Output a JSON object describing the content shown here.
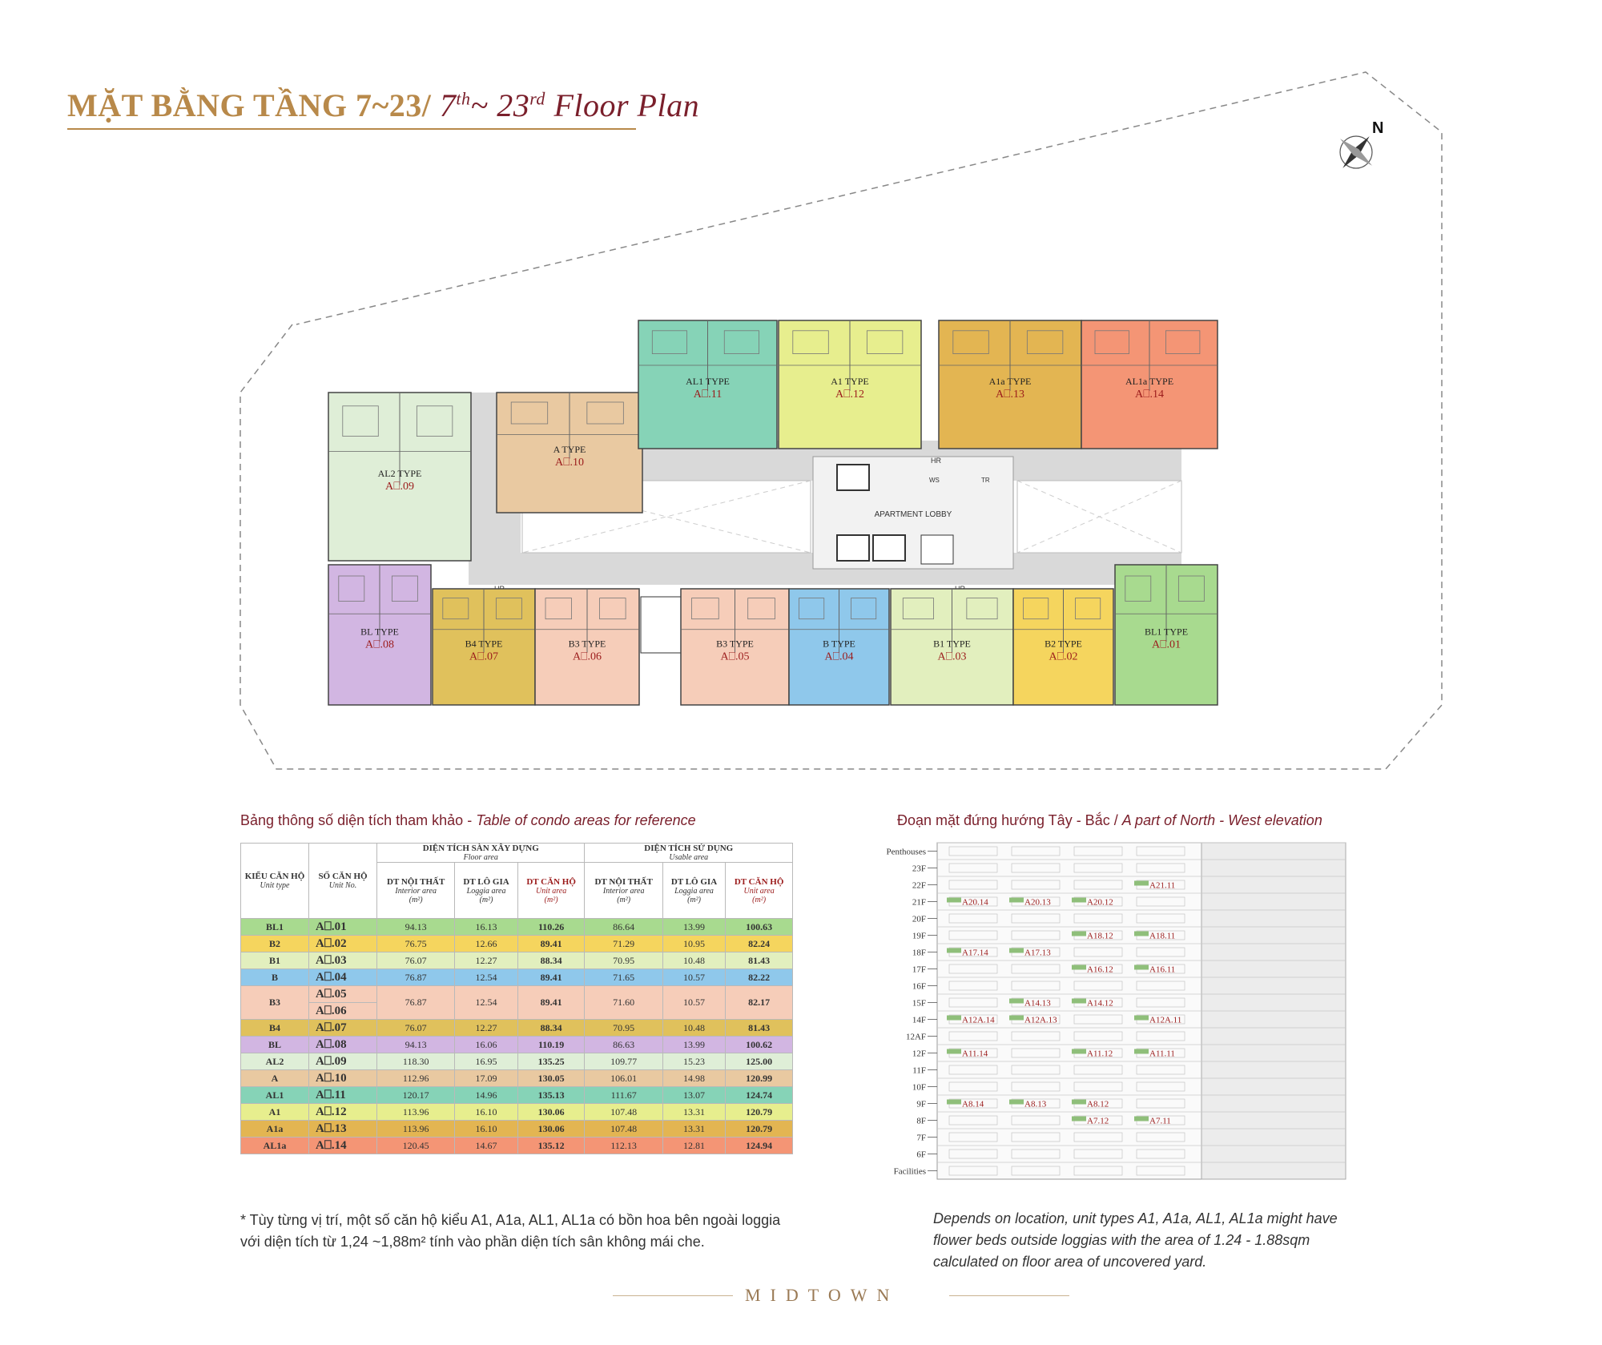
{
  "header": {
    "title_vi": "MẶT BẰNG TẦNG 7~23/",
    "title_en_pre": "7",
    "title_en_sup1": "th",
    "title_en_mid": "~ 23",
    "title_en_sup2": "rd",
    "title_en_post": " Floor Plan"
  },
  "compass": {
    "label": "N"
  },
  "plan": {
    "lobby": "APARTMENT LOBBY",
    "hr1": "HR",
    "hr2": "HR",
    "hr3": "HR",
    "ws": "WS",
    "tr": "TR",
    "units": [
      {
        "type": "AL2 TYPE",
        "no": "A⎕.09",
        "color": "#dfeed7"
      },
      {
        "type": "A TYPE",
        "no": "A⎕.10",
        "color": "#e9c9a1"
      },
      {
        "type": "AL1 TYPE",
        "no": "A⎕.11",
        "color": "#86d3b7"
      },
      {
        "type": "A1 TYPE",
        "no": "A⎕.12",
        "color": "#e7ee8e"
      },
      {
        "type": "A1a TYPE",
        "no": "A⎕.13",
        "color": "#e3b552"
      },
      {
        "type": "AL1a TYPE",
        "no": "A⎕.14",
        "color": "#f49575"
      },
      {
        "type": "BL TYPE",
        "no": "A⎕.08",
        "color": "#d2b6e2"
      },
      {
        "type": "B4 TYPE",
        "no": "A⎕.07",
        "color": "#e0c15c"
      },
      {
        "type": "B3 TYPE",
        "no": "A⎕.06",
        "color": "#f6cdb9"
      },
      {
        "type": "B3 TYPE",
        "no": "A⎕.05",
        "color": "#f6cdb9"
      },
      {
        "type": "B TYPE",
        "no": "A⎕.04",
        "color": "#8fc8eb"
      },
      {
        "type": "B1 TYPE",
        "no": "A⎕.03",
        "color": "#e2efbe"
      },
      {
        "type": "B2 TYPE",
        "no": "A⎕.02",
        "color": "#f5d55e"
      },
      {
        "type": "BL1 TYPE",
        "no": "A⎕.01",
        "color": "#a8da8f"
      }
    ]
  },
  "table": {
    "caption_vi": "Bảng thông số diện tích tham khảo - ",
    "caption_en": "Table of condo areas for reference",
    "headers": {
      "unit_type": "KIỂU CĂN HỘ",
      "unit_type_en": "Unit type",
      "unit_no": "SỐ CĂN HỘ",
      "unit_no_en": "Unit No.",
      "floor_area": "DIỆN TÍCH SÀN XÂY DỰNG",
      "floor_area_en": "Floor area",
      "usable_area": "DIỆN TÍCH SỬ DỤNG",
      "usable_area_en": "Usable area",
      "interior": "DT NỘI THẤT",
      "interior_en": "Interior area",
      "loggia": "DT LÔ GIA",
      "loggia_en": "Loggia area",
      "unit_area": "DT CĂN HỘ",
      "unit_area_en": "Unit area",
      "unit_m2": "(m²)"
    },
    "rows": [
      {
        "type": "BL1",
        "no": "A⎕.01",
        "f_int": "94.13",
        "f_log": "16.13",
        "f_unit": "110.26",
        "u_int": "86.64",
        "u_log": "13.99",
        "u_unit": "100.63",
        "color": "#a8da8f"
      },
      {
        "type": "B2",
        "no": "A⎕.02",
        "f_int": "76.75",
        "f_log": "12.66",
        "f_unit": "89.41",
        "u_int": "71.29",
        "u_log": "10.95",
        "u_unit": "82.24",
        "color": "#f5d55e"
      },
      {
        "type": "B1",
        "no": "A⎕.03",
        "f_int": "76.07",
        "f_log": "12.27",
        "f_unit": "88.34",
        "u_int": "70.95",
        "u_log": "10.48",
        "u_unit": "81.43",
        "color": "#e2efbe"
      },
      {
        "type": "B",
        "no": "A⎕.04",
        "f_int": "76.87",
        "f_log": "12.54",
        "f_unit": "89.41",
        "u_int": "71.65",
        "u_log": "10.57",
        "u_unit": "82.22",
        "color": "#8fc8eb"
      },
      {
        "type": "B3",
        "no": "A⎕.05",
        "no2": "A⎕.06",
        "f_int": "76.87",
        "f_log": "12.54",
        "f_unit": "89.41",
        "u_int": "71.60",
        "u_log": "10.57",
        "u_unit": "82.17",
        "color": "#f6cdb9"
      },
      {
        "type": "B4",
        "no": "A⎕.07",
        "f_int": "76.07",
        "f_log": "12.27",
        "f_unit": "88.34",
        "u_int": "70.95",
        "u_log": "10.48",
        "u_unit": "81.43",
        "color": "#e0c15c"
      },
      {
        "type": "BL",
        "no": "A⎕.08",
        "f_int": "94.13",
        "f_log": "16.06",
        "f_unit": "110.19",
        "u_int": "86.63",
        "u_log": "13.99",
        "u_unit": "100.62",
        "color": "#d2b6e2"
      },
      {
        "type": "AL2",
        "no": "A⎕.09",
        "f_int": "118.30",
        "f_log": "16.95",
        "f_unit": "135.25",
        "u_int": "109.77",
        "u_log": "15.23",
        "u_unit": "125.00",
        "color": "#dfeed7"
      },
      {
        "type": "A",
        "no": "A⎕.10",
        "f_int": "112.96",
        "f_log": "17.09",
        "f_unit": "130.05",
        "u_int": "106.01",
        "u_log": "14.98",
        "u_unit": "120.99",
        "color": "#e9c9a1"
      },
      {
        "type": "AL1",
        "no": "A⎕.11",
        "f_int": "120.17",
        "f_log": "14.96",
        "f_unit": "135.13",
        "u_int": "111.67",
        "u_log": "13.07",
        "u_unit": "124.74",
        "color": "#86d3b7"
      },
      {
        "type": "A1",
        "no": "A⎕.12",
        "f_int": "113.96",
        "f_log": "16.10",
        "f_unit": "130.06",
        "u_int": "107.48",
        "u_log": "13.31",
        "u_unit": "120.79",
        "color": "#e7ee8e"
      },
      {
        "type": "A1a",
        "no": "A⎕.13",
        "f_int": "113.96",
        "f_log": "16.10",
        "f_unit": "130.06",
        "u_int": "107.48",
        "u_log": "13.31",
        "u_unit": "120.79",
        "color": "#e3b552"
      },
      {
        "type": "AL1a",
        "no": "A⎕.14",
        "f_int": "120.45",
        "f_log": "14.67",
        "f_unit": "135.12",
        "u_int": "112.13",
        "u_log": "12.81",
        "u_unit": "124.94",
        "color": "#f49575"
      }
    ]
  },
  "elevation": {
    "caption_vi": "Đoạn mặt đứng hướng Tây - Bắc / ",
    "caption_en": "A part of North - West elevation",
    "floors": [
      "Penthouses",
      "23F",
      "22F",
      "21F",
      "20F",
      "19F",
      "18F",
      "17F",
      "16F",
      "15F",
      "14F",
      "12AF",
      "12F",
      "11F",
      "10F",
      "9F",
      "8F",
      "7F",
      "6F",
      "Facilities"
    ],
    "tags": [
      {
        "floor": "22F",
        "col": 3,
        "text": "A21.11"
      },
      {
        "floor": "21F",
        "col": 0,
        "text": "A20.14"
      },
      {
        "floor": "21F",
        "col": 1,
        "text": "A20.13"
      },
      {
        "floor": "21F",
        "col": 2,
        "text": "A20.12"
      },
      {
        "floor": "19F",
        "col": 2,
        "text": "A18.12"
      },
      {
        "floor": "19F",
        "col": 3,
        "text": "A18.11"
      },
      {
        "floor": "18F",
        "col": 0,
        "text": "A17.14"
      },
      {
        "floor": "18F",
        "col": 1,
        "text": "A17.13"
      },
      {
        "floor": "17F",
        "col": 2,
        "text": "A16.12"
      },
      {
        "floor": "17F",
        "col": 3,
        "text": "A16.11"
      },
      {
        "floor": "15F",
        "col": 1,
        "text": "A14.13"
      },
      {
        "floor": "15F",
        "col": 2,
        "text": "A14.12"
      },
      {
        "floor": "14F",
        "col": 0,
        "text": "A12A.14"
      },
      {
        "floor": "14F",
        "col": 1,
        "text": "A12A.13"
      },
      {
        "floor": "14F",
        "col": 3,
        "text": "A12A.11"
      },
      {
        "floor": "12F",
        "col": 0,
        "text": "A11.14"
      },
      {
        "floor": "12F",
        "col": 2,
        "text": "A11.12"
      },
      {
        "floor": "12F",
        "col": 3,
        "text": "A11.11"
      },
      {
        "floor": "9F",
        "col": 0,
        "text": "A8.14"
      },
      {
        "floor": "9F",
        "col": 1,
        "text": "A8.13"
      },
      {
        "floor": "9F",
        "col": 2,
        "text": "A8.12"
      },
      {
        "floor": "8F",
        "col": 2,
        "text": "A7.12"
      },
      {
        "floor": "8F",
        "col": 3,
        "text": "A7.11"
      }
    ]
  },
  "footnotes": {
    "vi": "* Tùy từng vị trí, một số căn hộ kiểu A1, A1a, AL1, AL1a có bồn hoa bên ngoài loggia với diện tích từ 1,24 ~1,88m² tính vào phần diện tích sân không mái che.",
    "en": "Depends on location, unit types A1, A1a, AL1, AL1a might have flower beds outside loggias with the area of 1.24 - 1.88sqm calculated on floor area of uncovered yard."
  },
  "brand": {
    "text": "MIDTOWN"
  }
}
